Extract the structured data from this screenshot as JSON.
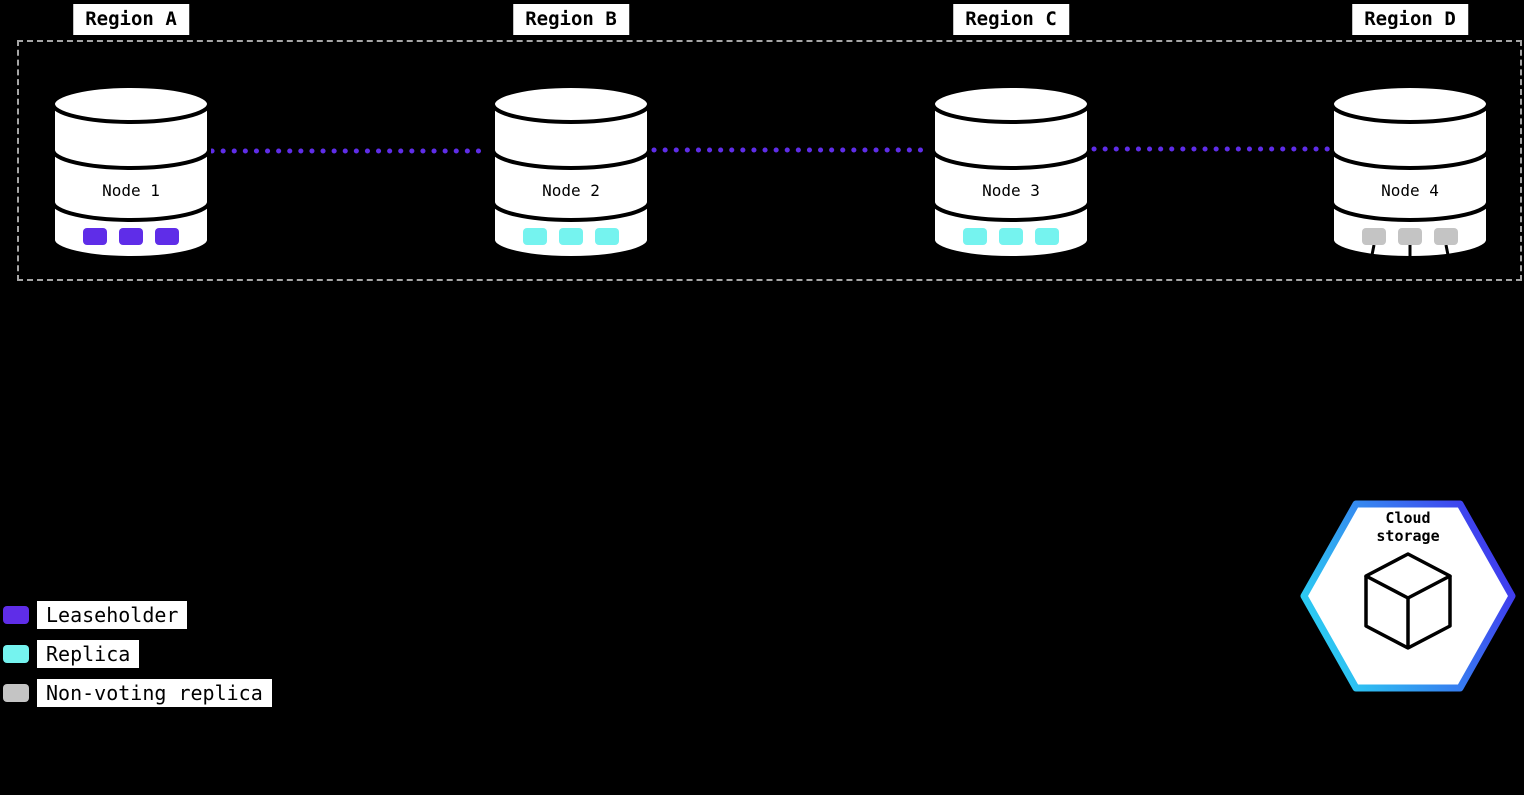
{
  "diagram": {
    "regions": [
      {
        "label": "Region A"
      },
      {
        "label": "Region B"
      },
      {
        "label": "Region C"
      },
      {
        "label": "Region D"
      }
    ],
    "nodes": [
      {
        "label": "Node 1",
        "replica_type": "leaseholder"
      },
      {
        "label": "Node 2",
        "replica_type": "replica"
      },
      {
        "label": "Node 3",
        "replica_type": "replica"
      },
      {
        "label": "Node 4",
        "replica_type": "non-voting replica"
      }
    ],
    "legend": [
      {
        "label": "Leaseholder",
        "color": "#5f2de8"
      },
      {
        "label": "Replica",
        "color": "#75f3ef"
      },
      {
        "label": "Non-voting replica",
        "color": "#c4c4c4"
      }
    ],
    "cloud_storage": {
      "label_line1": "Cloud",
      "label_line2": "storage"
    },
    "colors": {
      "leaseholder": "#5f2de8",
      "replica": "#75f3ef",
      "non_voting": "#c4c4c4",
      "connector": "#5f2de8",
      "hex_gradient_start": "#2bd4f2",
      "hex_gradient_end": "#4133ee"
    }
  }
}
